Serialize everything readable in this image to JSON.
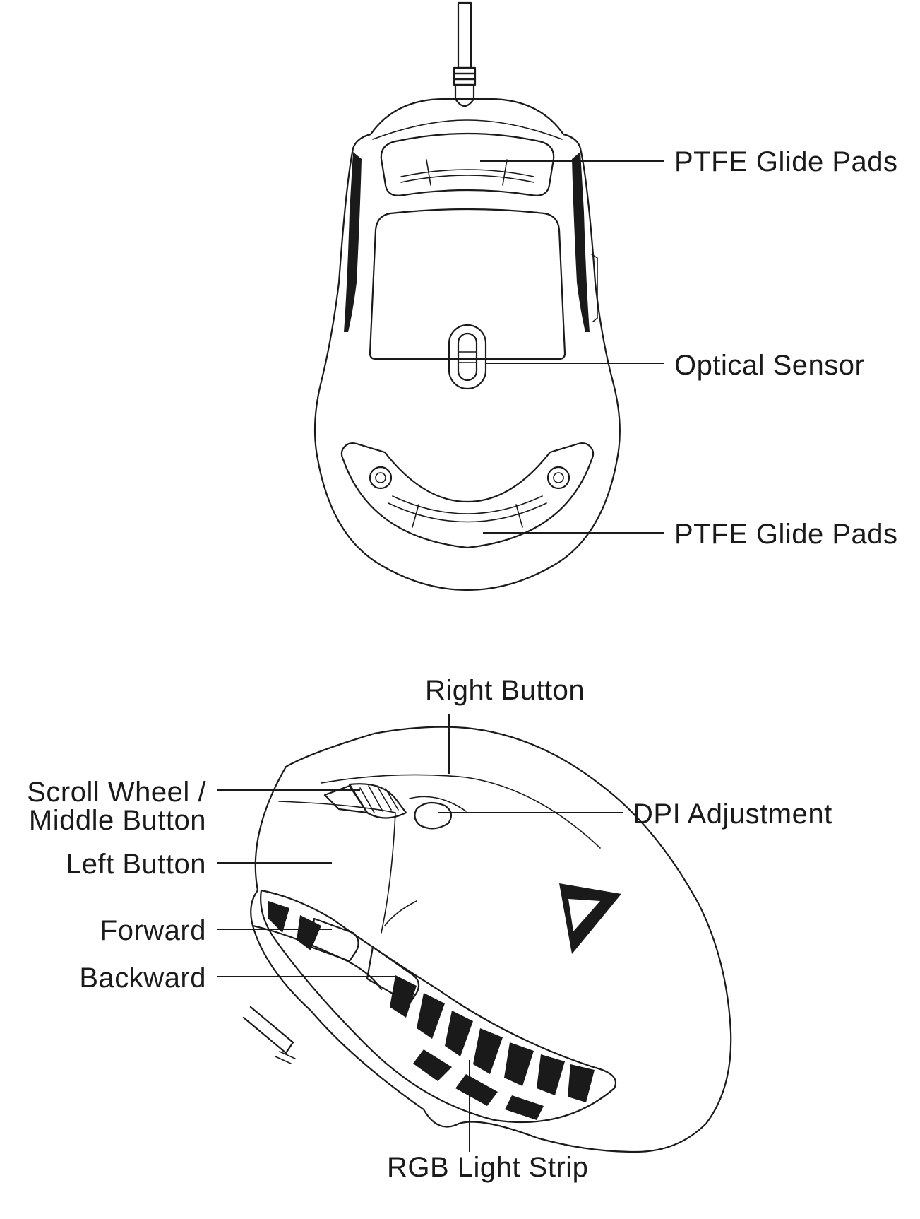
{
  "bottom_view": {
    "callouts": {
      "ptfe_top": "PTFE Glide Pads",
      "optical_sensor": "Optical Sensor",
      "ptfe_bottom": "PTFE Glide Pads"
    }
  },
  "side_view": {
    "callouts": {
      "right_button": "Right Button",
      "scroll_wheel_line1": "Scroll Wheel /",
      "scroll_wheel_line2": "Middle Button",
      "dpi_adjustment": "DPI Adjustment",
      "left_button": "Left Button",
      "forward": "Forward",
      "backward": "Backward",
      "rgb_light_strip": "RGB Light Strip"
    }
  },
  "icons": [
    "mouse-bottom-outline",
    "mouse-side-outline",
    "brand-logo-icon"
  ],
  "colors": {
    "line": "#1a1a1a",
    "background": "#ffffff"
  }
}
